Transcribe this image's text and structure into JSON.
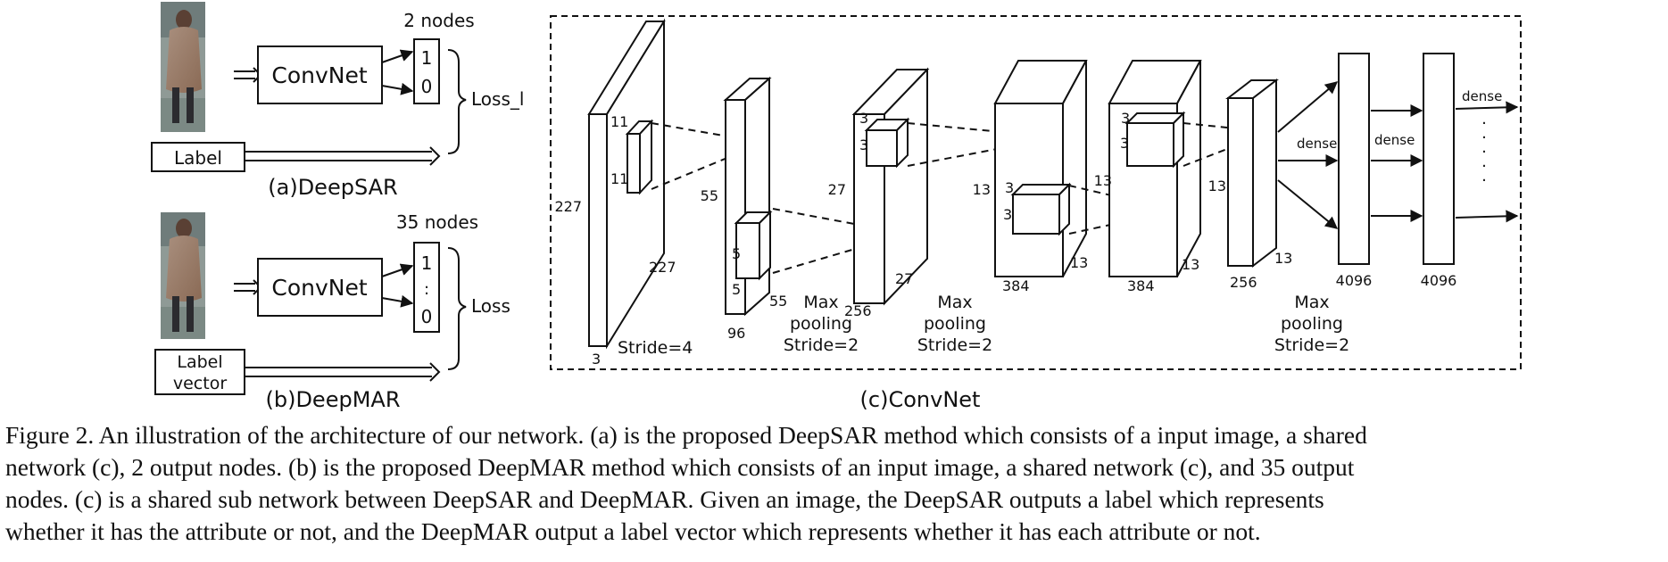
{
  "deepsar": {
    "convnet_label": "ConvNet",
    "nodes_label": "2 nodes",
    "output_values": [
      "1",
      "0"
    ],
    "input_label": "Label",
    "loss_label": "Loss_l",
    "title": "(a)DeepSAR"
  },
  "deepmar": {
    "convnet_label": "ConvNet",
    "nodes_label": "35 nodes",
    "output_values": [
      "1",
      ":",
      "0"
    ],
    "input_label_line1": "Label",
    "input_label_line2": "vector",
    "loss_label": "Loss",
    "title": "(b)DeepMAR"
  },
  "convnet": {
    "title": "(c)ConvNet",
    "layer1": {
      "height": "227",
      "width": "227",
      "depth": "3",
      "kernel_h": "11",
      "kernel_w": "11",
      "stride": "Stride=4"
    },
    "layer2": {
      "height": "55",
      "width": "55",
      "depth": "96",
      "kernel_h": "5",
      "kernel_w": "5"
    },
    "pool1": [
      "Max",
      "pooling",
      "Stride=2"
    ],
    "layer3": {
      "height": "27",
      "width": "27",
      "depth": "256",
      "kernel_h": "3",
      "kernel_w": "3"
    },
    "pool2": [
      "Max",
      "pooling",
      "Stride=2"
    ],
    "layer4": {
      "height": "13",
      "width": "13",
      "depth": "384",
      "kernel_h": "3",
      "kernel_w": "3"
    },
    "layer5": {
      "height": "13",
      "width": "13",
      "depth": "384",
      "kernel_h": "3",
      "kernel_w": "3"
    },
    "layer6": {
      "height": "13",
      "width": "13",
      "depth": "256"
    },
    "pool3": [
      "Max",
      "pooling",
      "Stride=2"
    ],
    "fc1": {
      "units": "4096"
    },
    "fc2": {
      "units": "4096"
    },
    "dense_labels": [
      "dense",
      "dense",
      "dense"
    ],
    "dots": "·"
  },
  "caption": {
    "lines": [
      "Figure 2. An illustration of the architecture of our network. (a) is the proposed DeepSAR method which consists of a input image, a shared",
      "network (c), 2 output nodes. (b) is the proposed DeepMAR method which consists of an input image, a shared network (c), and 35 output",
      "nodes.  (c) is a shared sub network between DeepSAR and DeepMAR. Given an image, the DeepSAR outputs a label which represents",
      "whether it has the attribute or not, and the DeepMAR output a label vector which represents whether it has each attribute or not."
    ]
  }
}
